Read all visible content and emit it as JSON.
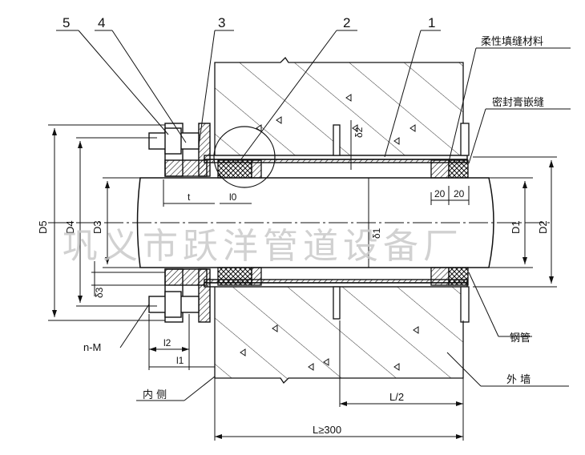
{
  "watermark": "巩义市跃洋管道设备厂",
  "callouts": {
    "n1": "1",
    "n2": "2",
    "n3": "3",
    "n4": "4",
    "n5": "5"
  },
  "labels": {
    "flex_fill": "柔性填缝材料",
    "seal_paste": "密封膏嵌缝",
    "steel_pipe": "钢管",
    "outer_wall": "外 墙",
    "inner_side": "内 侧",
    "bolts": "n-M"
  },
  "dims": {
    "D5": "D5",
    "D4": "D4",
    "D3": "D3",
    "D1": "D1",
    "D2": "D2",
    "t": "t",
    "l0": "l0",
    "l1": "l1",
    "l2": "l2",
    "d1": "δ1",
    "d2": "δ2",
    "d3": "δ3",
    "w20a": "20",
    "w20b": "20",
    "half_L": "L/2",
    "L": "L≥300"
  },
  "colors": {
    "line": "#111111",
    "watermark": "#c9c9c9",
    "hatch": "#222222"
  }
}
